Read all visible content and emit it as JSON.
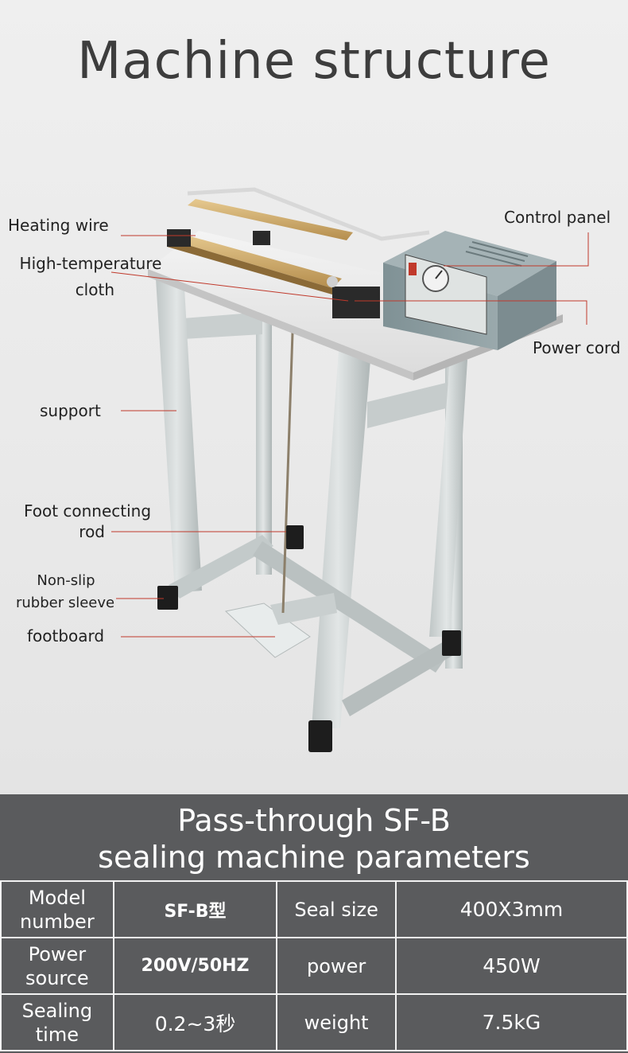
{
  "title": "Machine structure",
  "labels": {
    "heating_wire": "Heating wire",
    "high_temp_1": "High-temperature",
    "high_temp_2": "cloth",
    "control_panel": "Control panel",
    "power_cord": "Power cord",
    "support": "support",
    "foot_rod_1": "Foot connecting",
    "foot_rod_2": "rod",
    "non_slip_1": "Non-slip",
    "non_slip_2": "rubber sleeve",
    "footboard": "footboard"
  },
  "params": {
    "title_line1": "Pass-through SF-B",
    "title_line2": "sealing machine parameters",
    "rows": [
      {
        "k1a": "Model",
        "k1b": "number",
        "v1": "SF-B型",
        "k2": "Seal size",
        "v2": "400X3mm"
      },
      {
        "k1a": "Power",
        "k1b": "source",
        "v1": "200V/50HZ",
        "k2": "power",
        "v2": "450W"
      },
      {
        "k1a": "Sealing",
        "k1b": "time",
        "v1": "0.2~3秒",
        "k2": "weight",
        "v2": "7.5kG"
      }
    ]
  },
  "colors": {
    "params_bg": "#5a5b5d",
    "machine_frame": "#cfd4d4",
    "panel_box": "#8e9ea2",
    "leader_line": "#c0392b"
  }
}
